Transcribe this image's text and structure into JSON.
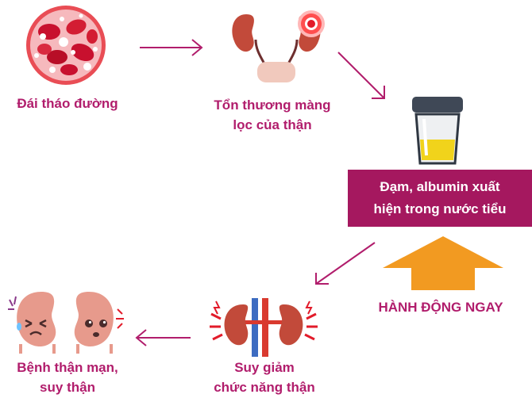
{
  "nodes": {
    "diabetes": {
      "lines": [
        "Đái tháo đường"
      ]
    },
    "filter_damage": {
      "lines": [
        "Tổn thương màng",
        "lọc của thận"
      ]
    },
    "albumin": {
      "lines": [
        "Đạm, albumin xuất",
        "hiện trong nước tiểu"
      ]
    },
    "decline": {
      "lines": [
        "Suy giảm",
        "chức năng thận"
      ]
    },
    "disease": {
      "lines": [
        "Bệnh thận mạn,",
        "suy thận"
      ]
    }
  },
  "action": {
    "label": "HÀNH ĐỘNG NGAY"
  },
  "colors": {
    "accent": "#b11d6c",
    "callout_bg": "#a5185f",
    "action_arrow": "#f29a21",
    "kidney": "#c24a3a",
    "urine": "#f1d31b"
  },
  "icons": {
    "diabetes": "blood-cells-icon",
    "filter_damage": "inflamed-kidneys-icon",
    "albumin": "urine-cup-icon",
    "decline": "damaged-kidneys-icon",
    "disease": "sick-kidneys-icon"
  }
}
